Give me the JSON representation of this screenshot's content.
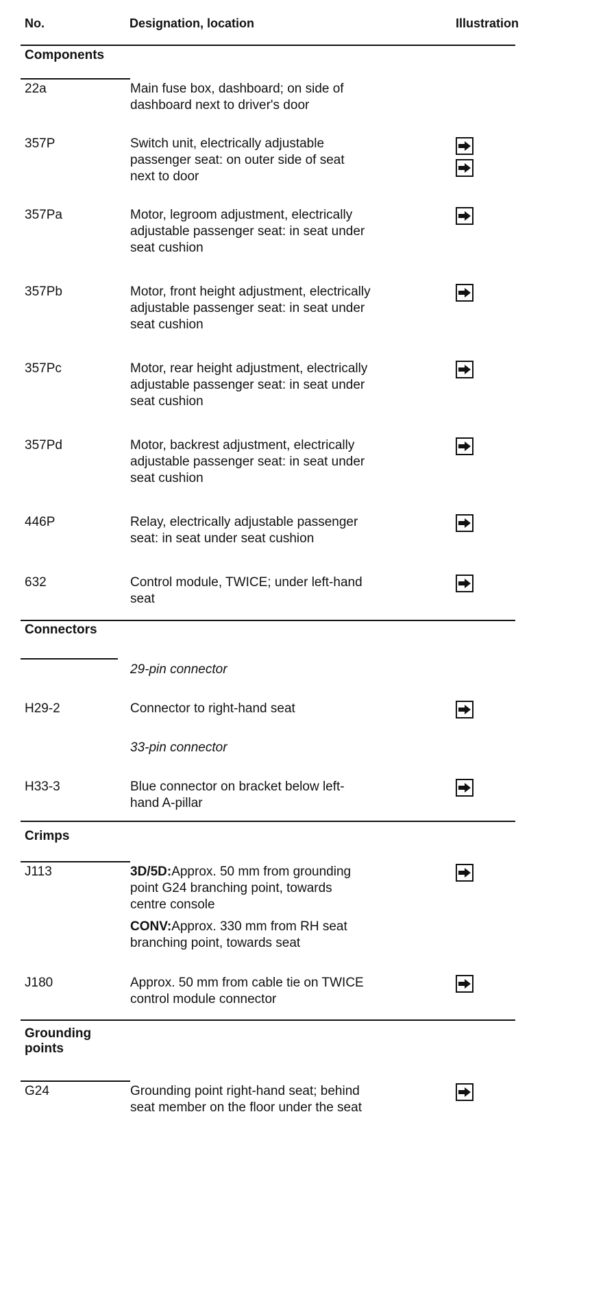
{
  "header": {
    "no": "No.",
    "designation": "Designation, location",
    "illustration": "Illustration"
  },
  "sections": {
    "components": "Components",
    "connectors": "Connectors",
    "crimps": "Crimps",
    "grounding": [
      "Grounding",
      "points"
    ]
  },
  "components": [
    {
      "no": "22a",
      "lines": [
        "Main fuse box, dashboard; on side of",
        "dashboard next to driver's door"
      ]
    },
    {
      "no": "357P",
      "lines": [
        "Switch unit, electrically adjustable",
        "passenger seat: on outer side of seat",
        "next to door"
      ]
    },
    {
      "no": "357Pa",
      "lines": [
        "Motor, legroom adjustment, electrically",
        "adjustable passenger seat: in seat under",
        "seat cushion"
      ]
    },
    {
      "no": "357Pb",
      "lines": [
        "Motor, front height adjustment, electrically",
        "adjustable passenger seat: in seat under",
        "seat cushion"
      ]
    },
    {
      "no": "357Pc",
      "lines": [
        "Motor, rear height adjustment, electrically",
        "adjustable passenger seat: in seat under",
        "seat cushion"
      ]
    },
    {
      "no": "357Pd",
      "lines": [
        "Motor, backrest adjustment, electrically",
        "adjustable passenger seat: in seat under",
        "seat cushion"
      ]
    },
    {
      "no": "446P",
      "lines": [
        "Relay, electrically adjustable passenger",
        "seat: in seat under seat cushion"
      ]
    },
    {
      "no": "632",
      "lines": [
        "Control module, TWICE; under left-hand",
        "seat"
      ]
    }
  ],
  "connectors": {
    "group1": "29-pin connector",
    "h29": {
      "no": "H29-2",
      "lines": [
        "Connector to right-hand seat"
      ]
    },
    "group2": "33-pin connector",
    "h33": {
      "no": "H33-3",
      "lines": [
        "Blue connector on bracket below left-",
        "hand A-pillar"
      ]
    }
  },
  "crimps": {
    "j113": {
      "no": "J113",
      "p1_prefix": "3D/5D:",
      "p1_lines": [
        "Approx. 50 mm from grounding",
        "point G24 branching point, towards",
        "centre console"
      ],
      "p2_prefix": "CONV:",
      "p2_lines": [
        "Approx. 330 mm from RH seat",
        "branching point, towards seat"
      ]
    },
    "j180": {
      "no": "J180",
      "lines": [
        "Approx. 50 mm from cable tie on TWICE",
        "control module connector"
      ]
    }
  },
  "grounding": {
    "g24": {
      "no": "G24",
      "lines": [
        "Grounding point right-hand seat; behind",
        "seat member on the floor under the seat"
      ]
    }
  },
  "icons": {
    "illustration_ref": "arrow-right-icon"
  }
}
